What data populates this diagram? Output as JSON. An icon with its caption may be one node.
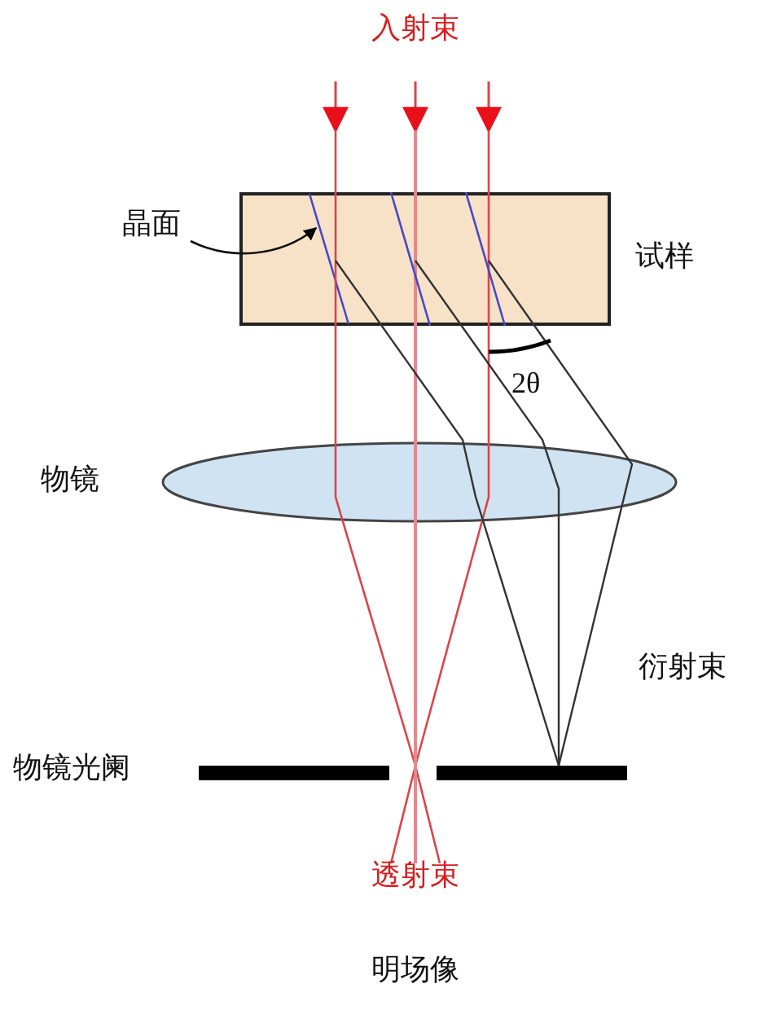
{
  "diagram": {
    "caption": "明场像",
    "nodes": [
      {
        "text": [
          "试样"
        ]
      },
      {
        "text": [
          "物镜"
        ]
      },
      {
        "text": [
          "物镜光阑"
        ]
      },
      {
        "text": [
          "晶面"
        ]
      },
      {
        "text": [],
        "shape": "line",
        "in": 0
      }
    ],
    "edges": [
      {
        "from": 3,
        "to": 4,
        "arrow": "to"
      }
    ],
    "labels": [
      "入射束",
      "2θ",
      "衍射束",
      "透射束"
    ]
  }
}
